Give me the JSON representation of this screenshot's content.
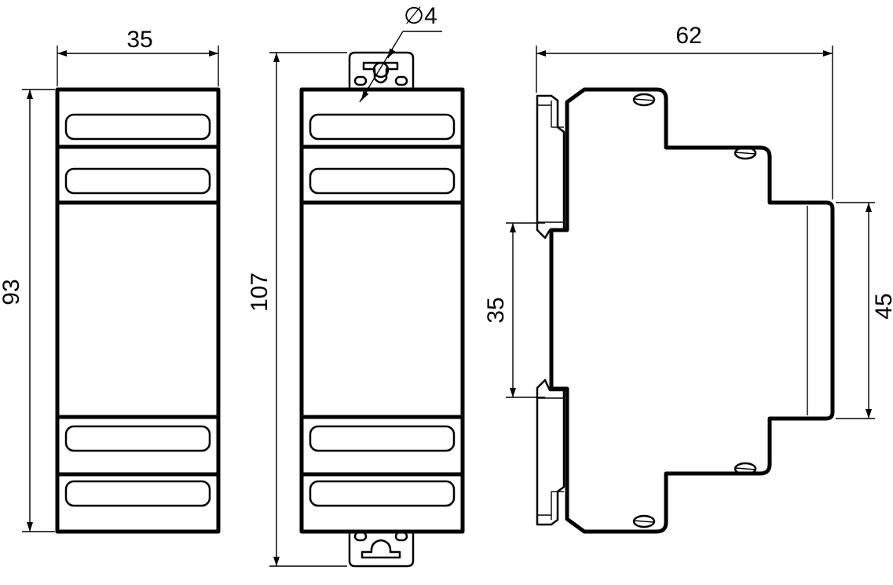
{
  "dimensions": {
    "front_width": "35",
    "front_height": "93",
    "mount_height": "107",
    "hole_diameter": "∅4",
    "depth": "62",
    "rail_width": "35",
    "front_face": "45"
  }
}
